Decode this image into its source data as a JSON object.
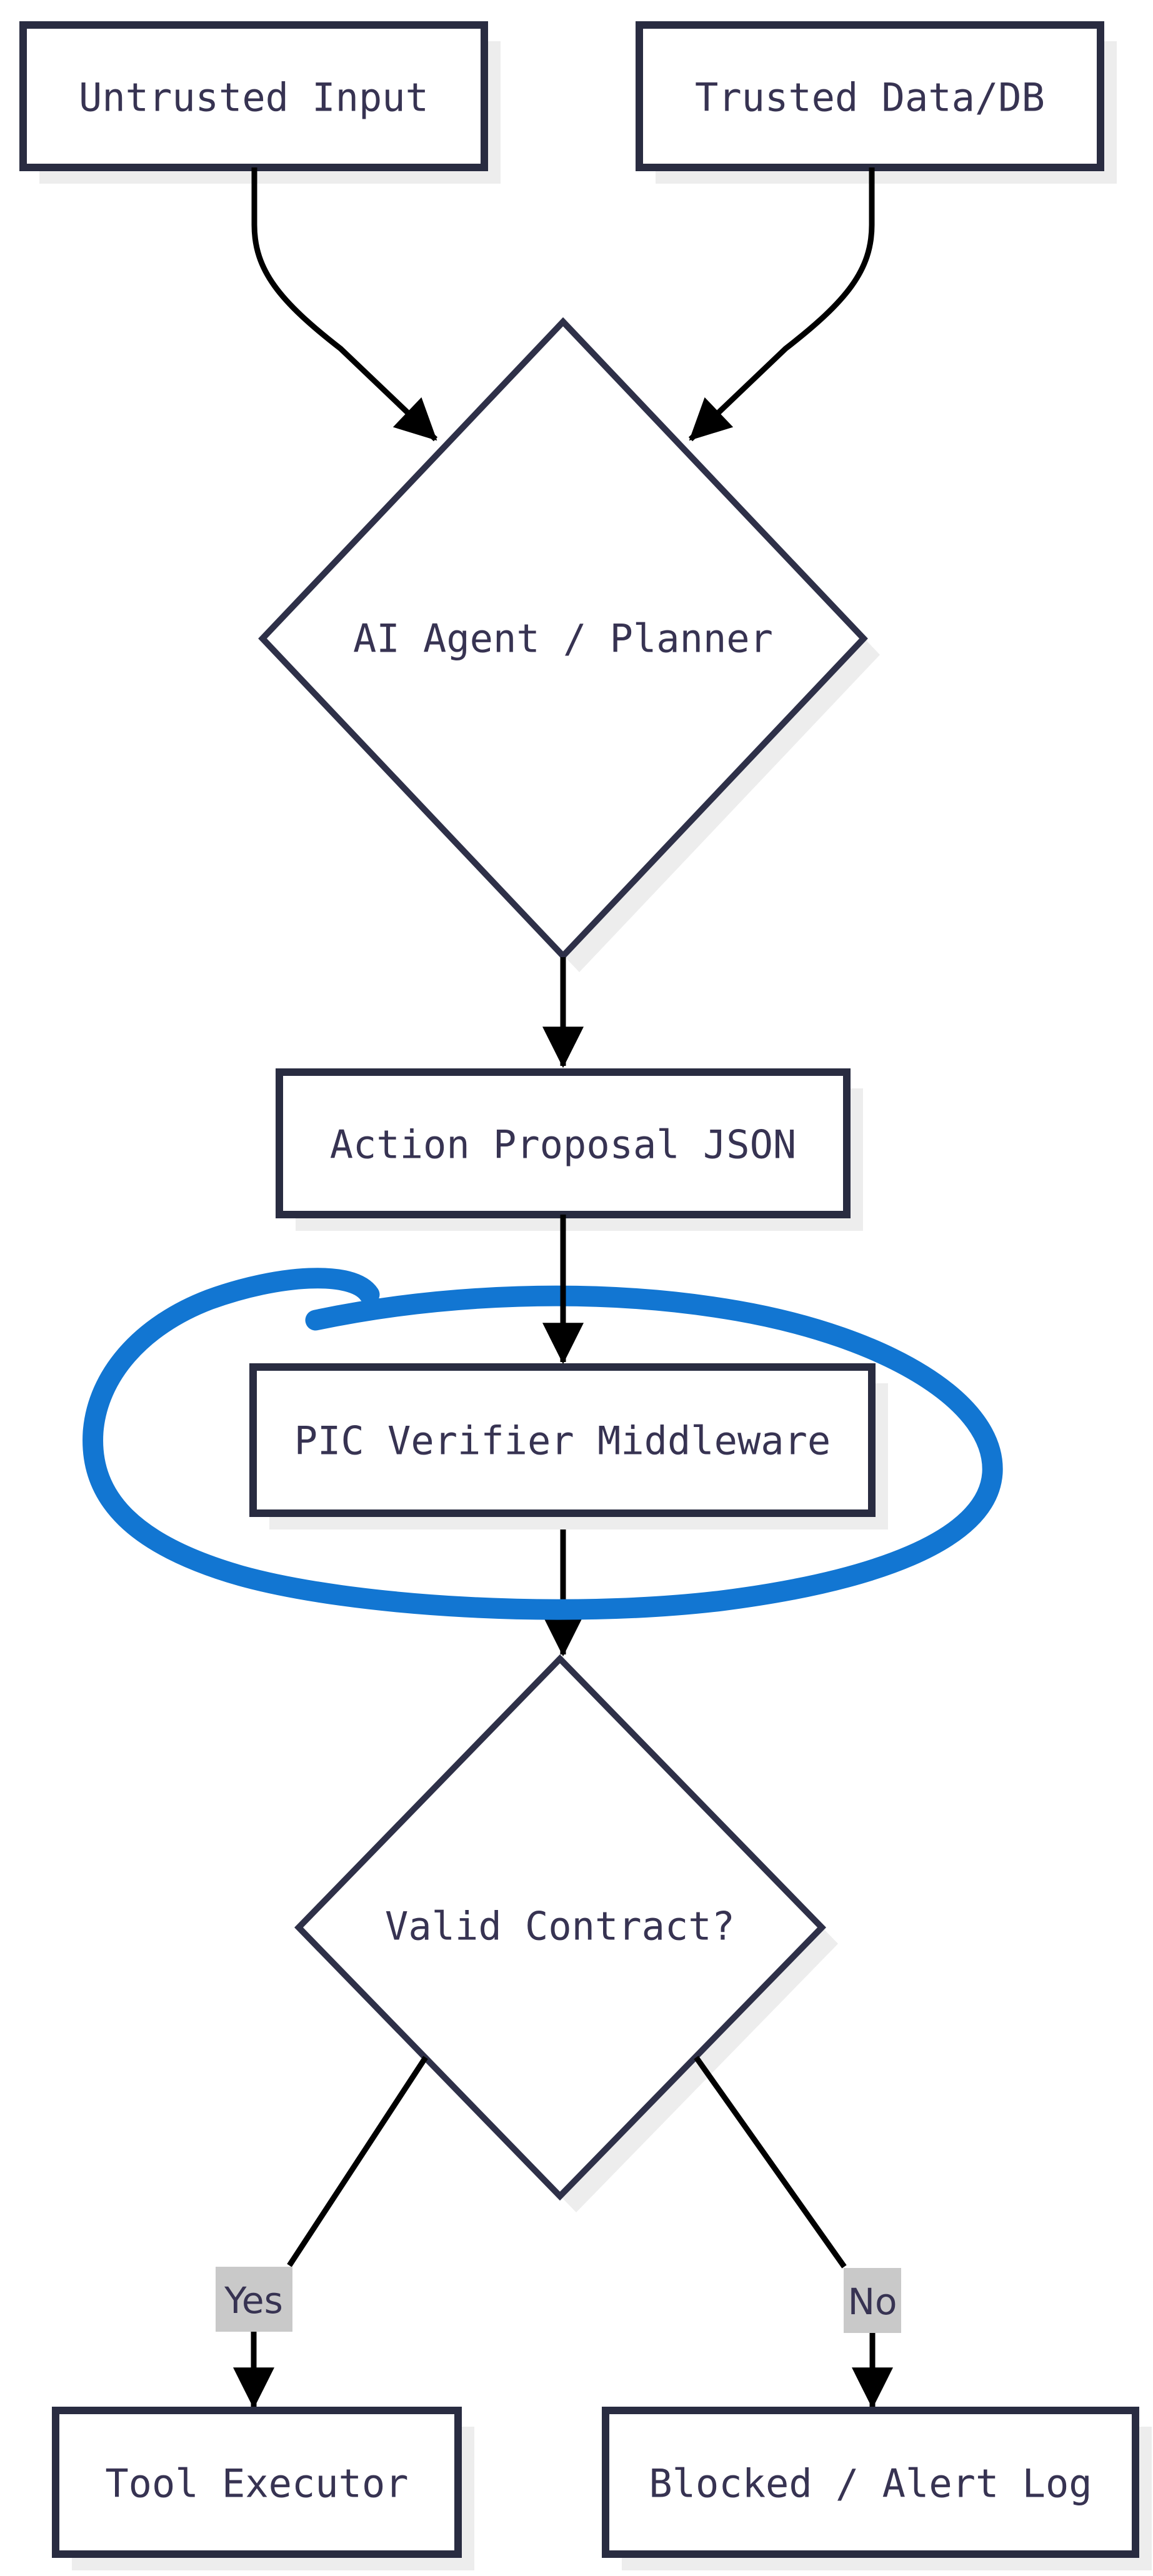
{
  "diagram": {
    "type": "flowchart",
    "direction": "top-down",
    "nodes": [
      {
        "id": "untrusted-input",
        "shape": "rectangle",
        "label": "Untrusted Input"
      },
      {
        "id": "trusted-data-db",
        "shape": "rectangle",
        "label": "Trusted Data/DB"
      },
      {
        "id": "ai-agent-planner",
        "shape": "diamond",
        "label": "AI Agent / Planner"
      },
      {
        "id": "action-proposal-json",
        "shape": "rectangle",
        "label": "Action Proposal JSON"
      },
      {
        "id": "pic-verifier-middleware",
        "shape": "rectangle",
        "label": "PIC Verifier Middleware",
        "highlighted": true
      },
      {
        "id": "valid-contract",
        "shape": "diamond",
        "label": "Valid Contract?"
      },
      {
        "id": "tool-executor",
        "shape": "rectangle",
        "label": "Tool Executor"
      },
      {
        "id": "blocked-alert-log",
        "shape": "rectangle",
        "label": "Blocked / Alert Log"
      }
    ],
    "edges": [
      {
        "from": "untrusted-input",
        "to": "ai-agent-planner",
        "label": ""
      },
      {
        "from": "trusted-data-db",
        "to": "ai-agent-planner",
        "label": ""
      },
      {
        "from": "ai-agent-planner",
        "to": "action-proposal-json",
        "label": ""
      },
      {
        "from": "action-proposal-json",
        "to": "pic-verifier-middleware",
        "label": ""
      },
      {
        "from": "pic-verifier-middleware",
        "to": "valid-contract",
        "label": ""
      },
      {
        "from": "valid-contract",
        "to": "tool-executor",
        "label": "Yes"
      },
      {
        "from": "valid-contract",
        "to": "blocked-alert-log",
        "label": "No"
      }
    ],
    "annotation": {
      "type": "hand-drawn-circle",
      "target": "pic-verifier-middleware",
      "color": "#1276d2"
    },
    "colors": {
      "background": "#ffffff",
      "node_border": "#292c41",
      "node_fill": "#ffffff",
      "node_text": "#373352",
      "edge_line": "#000000",
      "edge_label_bg": "#c9c9c9",
      "shadow": "#ededed",
      "annotation_blue": "#1276d2"
    }
  }
}
